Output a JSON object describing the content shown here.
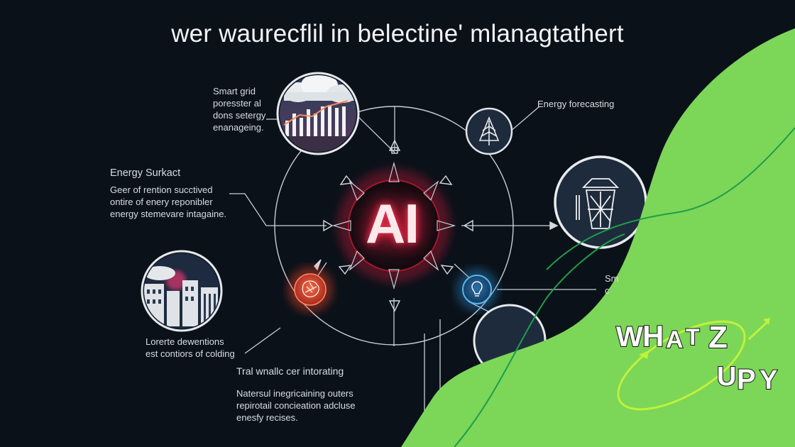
{
  "title": "wer waurecflil in belectine' mlanagtathert",
  "labels": {
    "smart_grid": [
      "Smart grid",
      "poresster al",
      "dons setergy",
      "enanageing."
    ],
    "forecasting": "Energy forecasting",
    "energy_left": {
      "head": "Energy Surkact",
      "lines": [
        "Geer of rention succtived",
        "ontire of enery reponibler",
        "energy stemevare intagaine."
      ]
    },
    "lower_left": [
      "Lorerte dewentions",
      "est contiors of colding"
    ],
    "bottom": {
      "head": "Tral wnallc cer intorating",
      "lines": [
        "Natersul inegricaining outers",
        "repirotail concieation adcluse",
        "enesfy recises."
      ]
    },
    "right_small": [
      "Sm",
      "c"
    ]
  },
  "center": {
    "label": "AI"
  },
  "logo": {
    "text": "WHATZUPY"
  },
  "colors": {
    "background": "#0b1119",
    "accent_green": "#7cd658",
    "ai_glow": "#ff3a58",
    "node_fill": "#1e2b3c",
    "line": "#c9ced4"
  },
  "icons": [
    "cloud-chart-icon",
    "forest-icon",
    "recycle-bin-icon",
    "city-icon",
    "brain-icon",
    "lightbulb-icon"
  ]
}
